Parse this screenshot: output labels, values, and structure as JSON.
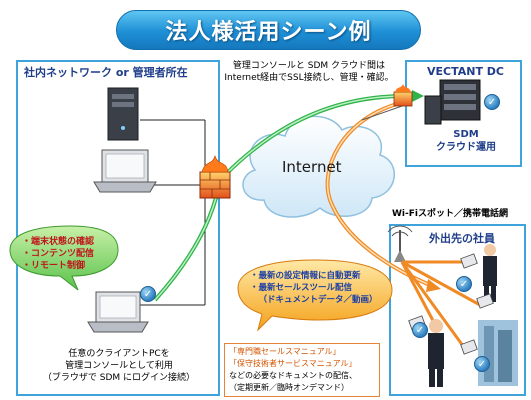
{
  "title": "法人様活用シーン例",
  "internal": {
    "title": "社内ネットワーク or 管理者所在",
    "bubble": [
      "・端末状態の確認",
      "・コンテンツ配信",
      "・リモート制御"
    ],
    "caption": [
      "任意のクライアントPCを",
      "管理コンソールとして利用",
      "（ブラウザで SDM にログイン接続）"
    ]
  },
  "top_note": [
    "管理コンソールと SDM クラウド間は",
    "Internet経由でSSL接続し、管理・確認。"
  ],
  "internet_label": "Internet",
  "dc": {
    "title": "VECTANT DC",
    "label": [
      "SDM",
      "クラウド運用"
    ]
  },
  "remote": {
    "wifi_label": "Wi-Fiスポット／携帯電話網",
    "title": "外出先の社員"
  },
  "sales_bubble": [
    "・最新の設定情報に自動更新",
    "・最新セールスツール配信",
    "（ドキュメントデータ／動画）"
  ],
  "note": {
    "lines": [
      "「専門職セールスマニュアル」",
      "「保守技術者サービスマニュアル」",
      "などの必要なドキュメントの配信、",
      "（定期更新／臨時オンデマンド）"
    ]
  },
  "colors": {
    "panel_border": "#3fa3dc",
    "green_link": "#2fb34a",
    "orange_link": "#f08a24",
    "title_blue": "#1e8fd6"
  }
}
